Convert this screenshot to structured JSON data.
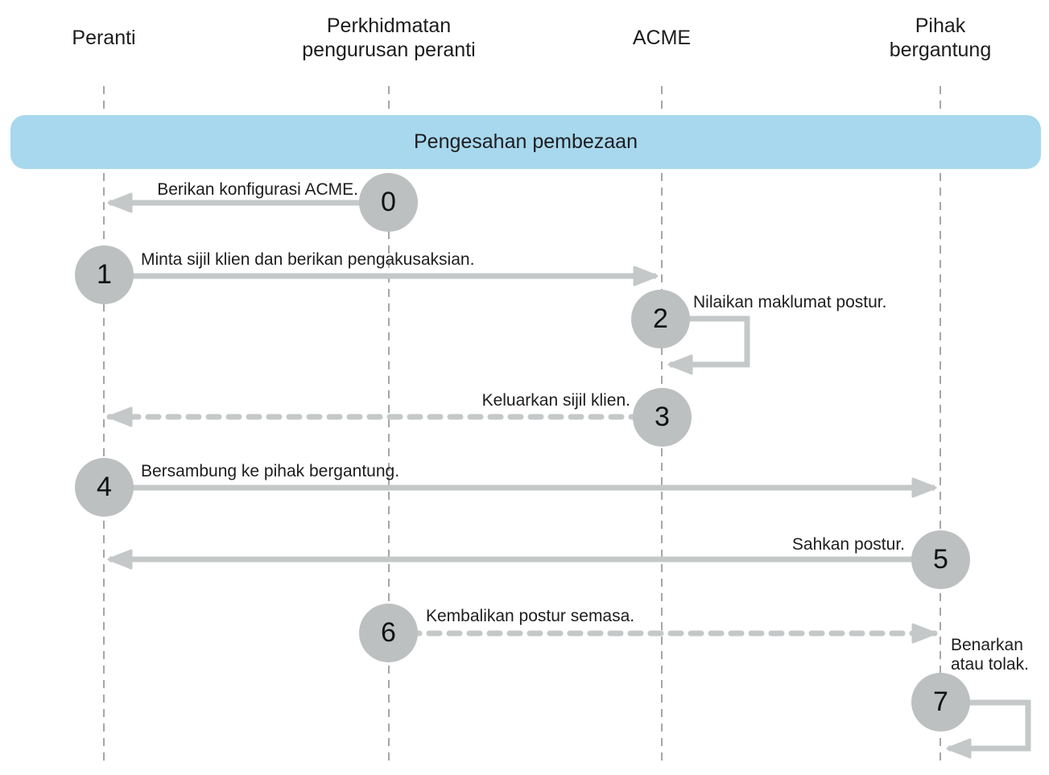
{
  "diagram": {
    "banner": {
      "label": "Pengesahan pembezaan"
    },
    "actors": [
      {
        "id": "peranti",
        "label": "Peranti"
      },
      {
        "id": "perkhidmatan-pengurusan-peranti",
        "label": "Perkhidmatan pengurusan peranti"
      },
      {
        "id": "acme",
        "label": "ACME"
      },
      {
        "id": "pihak-bergantung",
        "label": "Pihak bergantung"
      }
    ],
    "steps": [
      {
        "num": "0",
        "label": "Berikan konfigurasi ACME.",
        "from": "Perkhidmatan pengurusan peranti",
        "to": "Peranti",
        "line": "solid"
      },
      {
        "num": "1",
        "label": "Minta sijil klien dan berikan pengakusaksian.",
        "from": "Peranti",
        "to": "ACME",
        "line": "solid"
      },
      {
        "num": "2",
        "label": "Nilaikan maklumat postur.",
        "from": "ACME",
        "to": "ACME",
        "line": "self-loop"
      },
      {
        "num": "3",
        "label": "Keluarkan sijil klien.",
        "from": "ACME",
        "to": "Peranti",
        "line": "dashed"
      },
      {
        "num": "4",
        "label": "Bersambung ke pihak bergantung.",
        "from": "Peranti",
        "to": "Pihak bergantung",
        "line": "solid"
      },
      {
        "num": "5",
        "label": "Sahkan postur.",
        "from": "Pihak bergantung",
        "to": "Peranti",
        "line": "solid"
      },
      {
        "num": "6",
        "label": "Kembalikan postur semasa.",
        "from": "Perkhidmatan pengurusan peranti",
        "to": "Pihak bergantung",
        "line": "dashed"
      },
      {
        "num": "7",
        "label": "Benarkan atau tolak.",
        "from": "Pihak bergantung",
        "to": "Pihak bergantung",
        "line": "self-loop"
      }
    ],
    "colors": {
      "banner_bg": "#a7d8ee",
      "circle_fill": "#bdc0c0",
      "arrow": "#c5c8c8",
      "lifeline": "#a6a6a6",
      "text": "#1d1d1f"
    }
  }
}
